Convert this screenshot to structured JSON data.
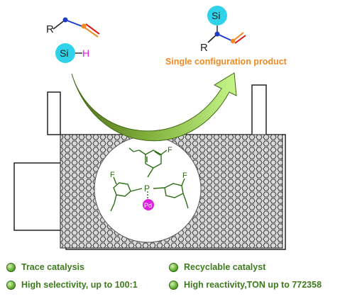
{
  "reactant": {
    "r_label": "R"
  },
  "silane": {
    "si_label": "Si",
    "h_label": "H"
  },
  "product": {
    "si_label": "Si",
    "r_label": "R",
    "caption": "Single configuration product"
  },
  "catalyst": {
    "f_label": "F",
    "p_label": "P",
    "pd_label": "Pd"
  },
  "features": [
    "Trace catalysis",
    "Recyclable catalyst",
    "High selectivity, up to 100:1",
    "High reactivity,TON up to 772358"
  ],
  "colors": {
    "cyan": "#2fd2e8",
    "magenta": "#e01ee0",
    "orange": "#f08a24",
    "blue_atom": "#1e3cc8",
    "red_atom": "#e01010",
    "green_text": "#3d7a1e",
    "ligand_green": "#2a6e14",
    "arrow_dark": "#556b1e",
    "arrow_light": "#b7ef7a"
  }
}
